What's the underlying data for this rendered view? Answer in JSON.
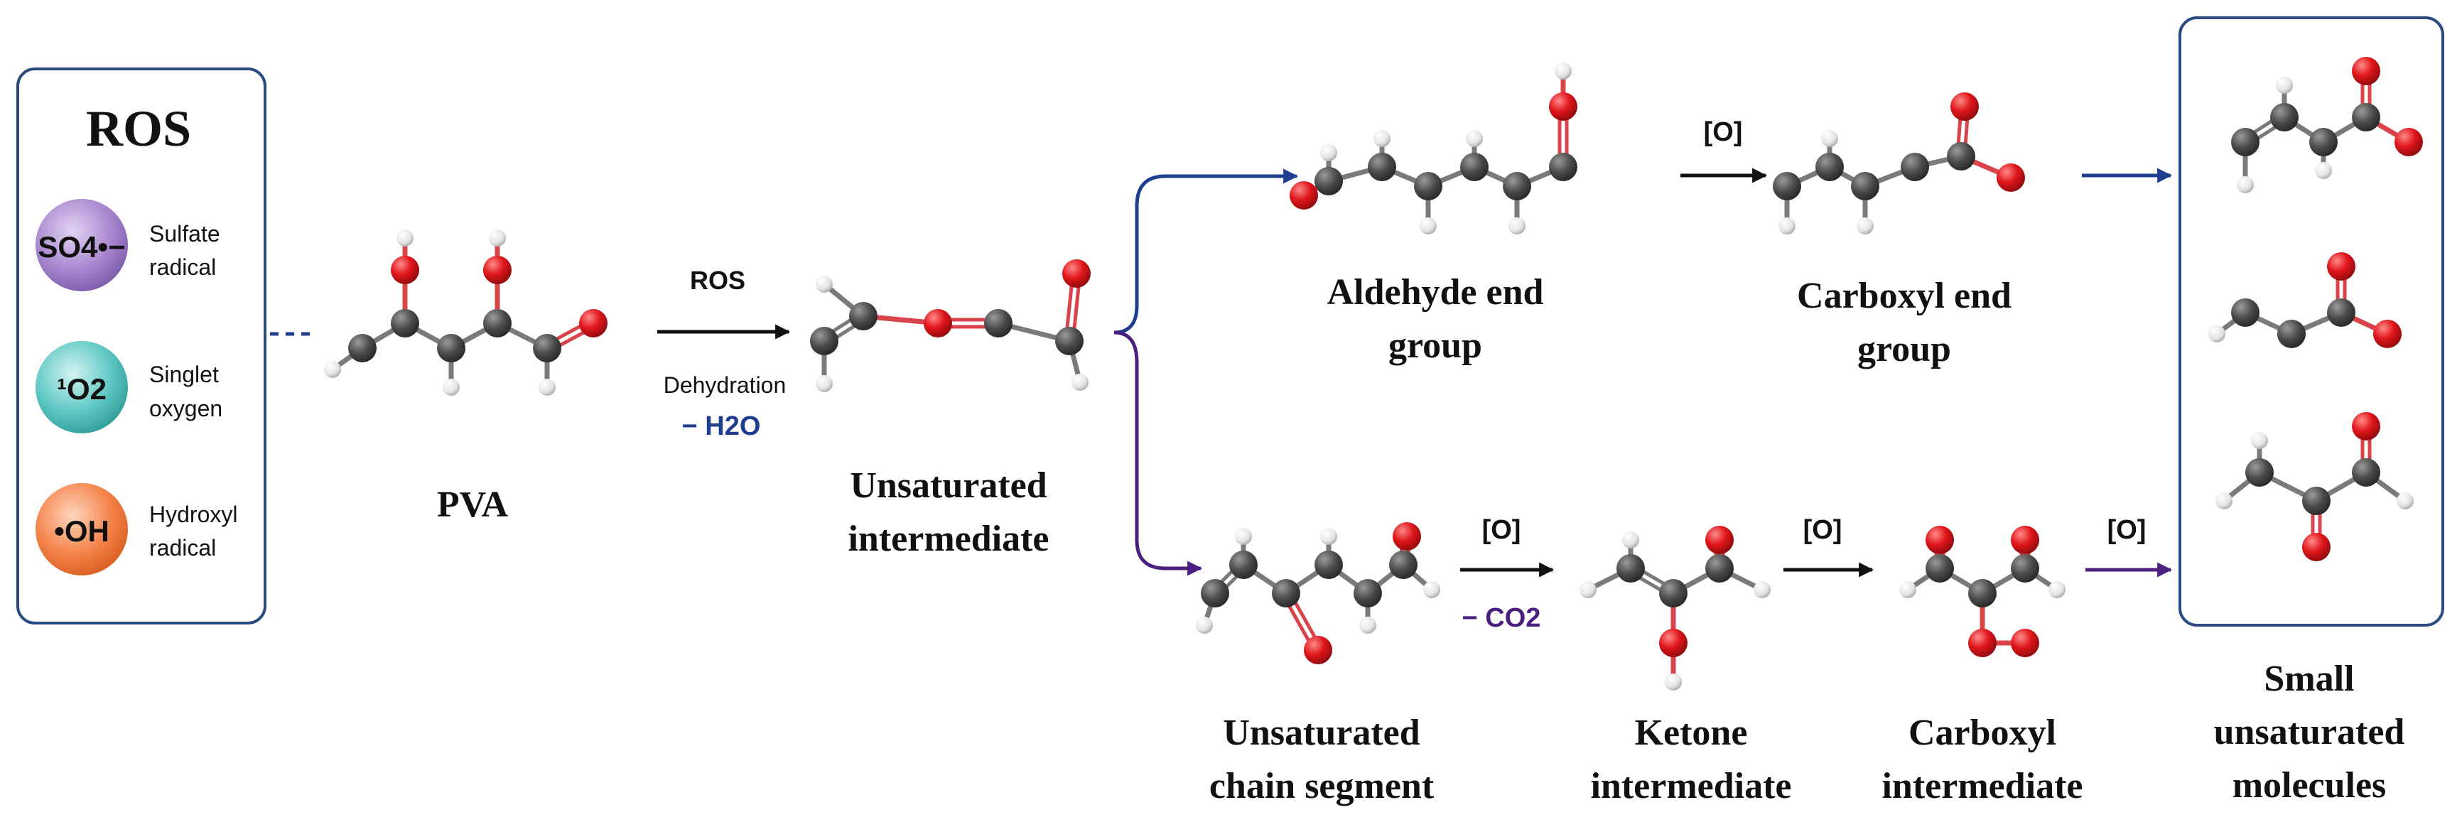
{
  "ros_panel": {
    "title": "ROS",
    "items": [
      {
        "symbol": "SO4•−",
        "label_line1": "Sulfate",
        "label_line2": "radical",
        "color": "#9b7ac4"
      },
      {
        "symbol": "¹O2",
        "label_line1": "Singlet",
        "label_line2": "oxygen",
        "color": "#4cc0bd"
      },
      {
        "symbol": "•OH",
        "label_line1": "Hydroxyl",
        "label_line2": "radical",
        "color": "#f07a3a"
      }
    ]
  },
  "pva": {
    "label": "PVA"
  },
  "step1": {
    "top": "ROS",
    "middle": "Dehydration",
    "bottom": "− H2O"
  },
  "unsaturated": {
    "line1": "Unsaturated",
    "line2": "intermediate"
  },
  "top_branch": {
    "aldehyde": {
      "line1": "Aldehyde end",
      "line2": "group"
    },
    "oxidation": "[O]",
    "carboxyl": {
      "line1": "Carboxyl end",
      "line2": "group"
    }
  },
  "bottom_branch": {
    "chain": {
      "line1": "Unsaturated",
      "line2": "chain segment"
    },
    "step_a": {
      "top": "[O]",
      "bottom": "− CO2"
    },
    "ketone": {
      "line1": "Ketone",
      "line2": "intermediate"
    },
    "step_b": {
      "top": "[O]"
    },
    "carboxyl": {
      "line1": "Carboxyl",
      "line2": "intermediate"
    },
    "step_c": {
      "top": "[O]"
    }
  },
  "products": {
    "line1": "Small",
    "line2": "unsaturated",
    "line3": "molecules"
  },
  "colors": {
    "carbon": "#4a4a4a",
    "oxygen": "#e0161b",
    "hydrogen": "#f2f2f2",
    "top_arrow": "#1e3f8f",
    "bottom_arrow": "#4a1f7e",
    "panel_border": "#2a4a80"
  }
}
